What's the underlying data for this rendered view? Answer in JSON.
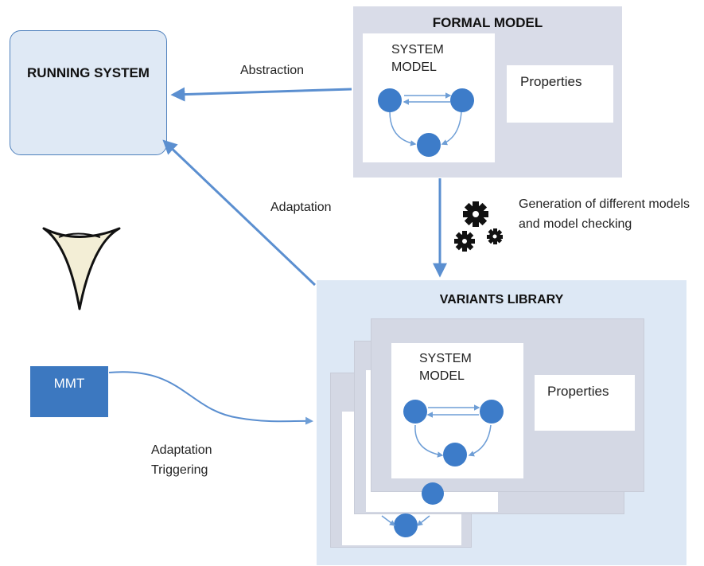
{
  "running_system": {
    "label": "RUNNING SYSTEM"
  },
  "formal_model": {
    "title": "FORMAL MODEL",
    "system_model": "SYSTEM MODEL",
    "properties": "Properties"
  },
  "variants_library": {
    "title": "VARIANTS LIBRARY",
    "system_model": "SYSTEM MODEL",
    "properties": "Properties"
  },
  "arrows": {
    "abstraction": "Abstraction",
    "adaptation": "Adaptation",
    "generation": "Generation of different models and model checking",
    "adaptation_triggering": "Adaptation Triggering"
  },
  "mmt": {
    "label": "MMT"
  },
  "icons": [
    "eye-icon",
    "gears-icon"
  ],
  "colors": {
    "arrow": "#5b8fd0",
    "node": "#3d7cc9",
    "panel_grey": "#d9dce8",
    "panel_blue": "#dde8f5",
    "mmt": "#3c78c0"
  }
}
